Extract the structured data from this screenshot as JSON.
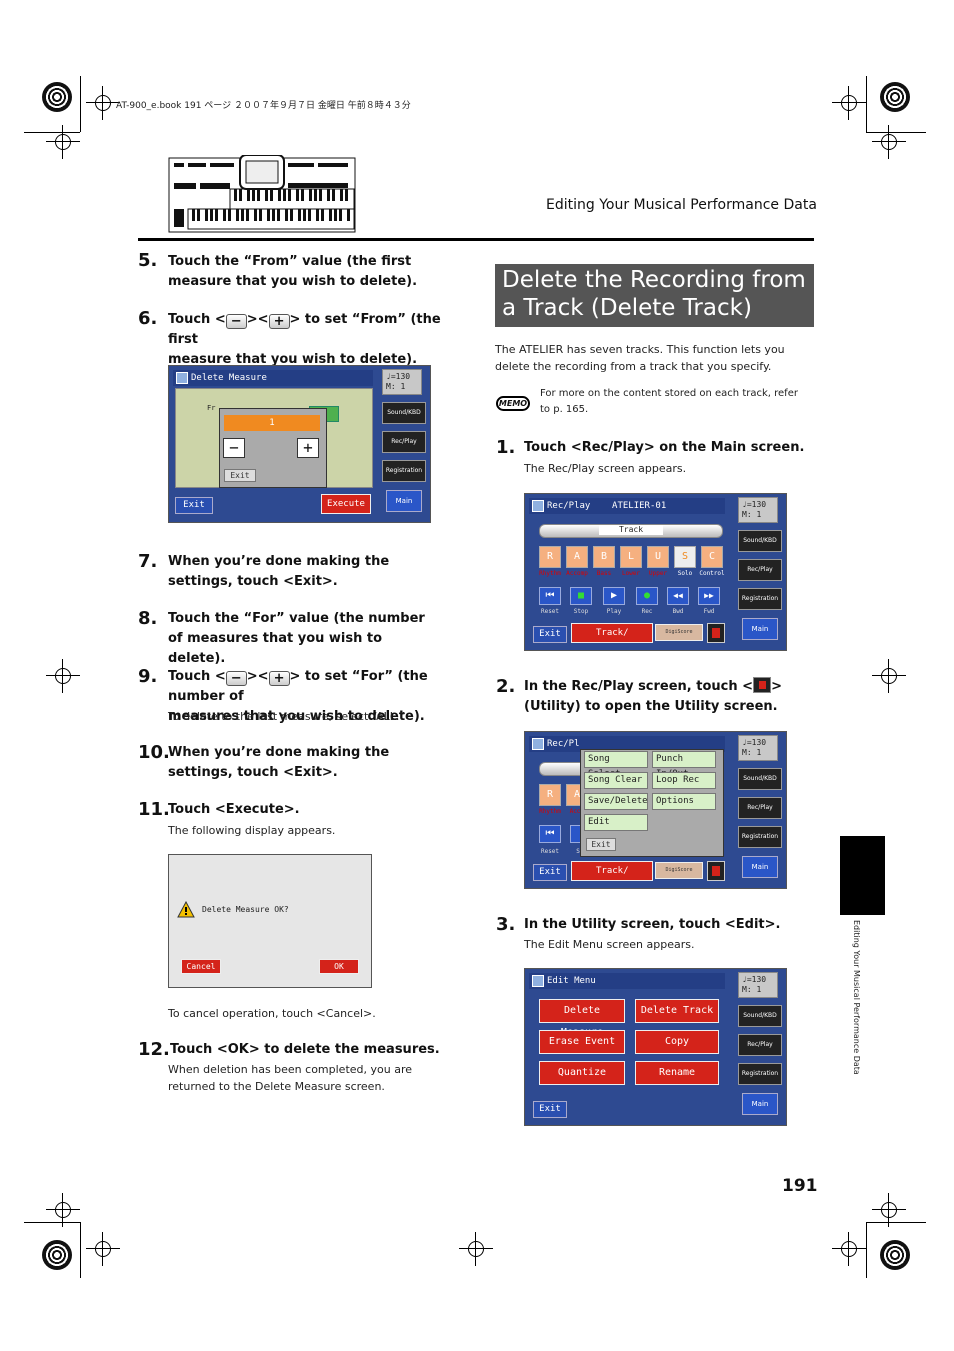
{
  "header": {
    "print_info": "AT-900_e.book  191 ページ  ２００７年９月７日  金曜日  午前８時４３分",
    "section_title": "Editing Your Musical Performance Data"
  },
  "side_tab": {
    "label": "Editing Your Musical Performance Data"
  },
  "page_number": "191",
  "left_steps": [
    {
      "num": "5.",
      "text": "Touch the “From” value (the first measure that you wish to delete)."
    },
    {
      "num": "6.",
      "text_a": "Touch <",
      "text_b": "><",
      "text_c": "> to set “From” (the first",
      "text_d": "measure that you wish to delete)."
    },
    {
      "num": "7.",
      "text": "When you’re done making the settings, touch <Exit>."
    },
    {
      "num": "8.",
      "text": "Touch the “For” value (the number of measures that you wish to delete)."
    },
    {
      "num": "9.",
      "text_a": "Touch <",
      "text_b": "><",
      "text_c": "> to set “For” (the number of",
      "text_d": "measures that you wish to delete).",
      "note": "To delete to the last measure, select “ALL.”"
    },
    {
      "num": "10.",
      "text": "When you’re done making the settings, touch <Exit>."
    },
    {
      "num": "11.",
      "text": "Touch <Execute>.",
      "note": "The following display appears."
    },
    {
      "num": "12.",
      "text": "Touch <OK> to delete the measures.",
      "note": "When deletion has been completed, you are returned to the Delete Measure screen."
    }
  ],
  "cancel_note": "To cancel operation, touch <Cancel>.",
  "section": {
    "heading": "Delete the Recording from a Track (Delete Track)",
    "intro": "The ATELIER has seven tracks. This function lets you delete the recording from a track that you specify.",
    "memo_label": "MEMO",
    "memo_text": "For more on the content stored on each track, refer to p. 165."
  },
  "right_steps": [
    {
      "num": "1.",
      "text": "Touch <Rec/Play> on the Main screen.",
      "note": "The Rec/Play screen appears."
    },
    {
      "num": "2.",
      "text_a": "In the Rec/Play screen, touch <",
      "text_b": "> (Utility) to open the Utility screen."
    },
    {
      "num": "3.",
      "text": "In the Utility screen, touch <Edit>.",
      "note": "The Edit Menu screen appears."
    }
  ],
  "screen_common": {
    "tempo": "♩=130",
    "measure": "M:   1",
    "sound_kbd": "Sound/KBD",
    "rec_play": "Rec/Play",
    "registration": "Registration",
    "main": "Main",
    "exit": "Exit"
  },
  "delete_measure_screen": {
    "title": "Delete Measure",
    "from_label": "Fr",
    "value": "1",
    "minus": "−",
    "plus": "+",
    "popup_exit": "Exit",
    "execute": "Execute"
  },
  "confirm_dialog": {
    "message": "Delete Measure OK?",
    "cancel": "Cancel",
    "ok": "OK"
  },
  "recplay_screen": {
    "title": "Rec/Play",
    "song": "ATELIER-01",
    "track_label": "Track",
    "tracks": [
      {
        "letter": "R",
        "name": "Rhythm"
      },
      {
        "letter": "A",
        "name": "Accomp"
      },
      {
        "letter": "B",
        "name": "Bass"
      },
      {
        "letter": "L",
        "name": "Lower"
      },
      {
        "letter": "U",
        "name": "Upper"
      },
      {
        "letter": "S",
        "name": "Solo"
      },
      {
        "letter": "C",
        "name": "Control"
      }
    ],
    "controls": [
      {
        "icon": "⏮",
        "name": "Reset"
      },
      {
        "icon": "■",
        "name": "Stop"
      },
      {
        "icon": "▶",
        "name": "Play"
      },
      {
        "icon": "●",
        "name": "Rec"
      },
      {
        "icon": "◀◀",
        "name": "Bwd"
      },
      {
        "icon": "▶▶",
        "name": "Fwd"
      }
    ],
    "track_btn": "Track/",
    "digiscore": "DigiScore"
  },
  "utility_screen": {
    "title": "Rec/Pl",
    "items": [
      "Song Select",
      "Punch In/Out",
      "Song Clear",
      "Loop Rec",
      "Save/Delete",
      "Options",
      "Edit"
    ],
    "exit": "Exit",
    "track_letters": [
      "R",
      "A"
    ],
    "track_names": [
      "Rhythm",
      "Acc"
    ],
    "reset": "Reset",
    "s_label": "S"
  },
  "edit_menu_screen": {
    "title": "Edit Menu",
    "items": [
      "Delete Measure",
      "Delete Track",
      "Erase Event",
      "Copy",
      "Quantize",
      "Rename"
    ]
  }
}
